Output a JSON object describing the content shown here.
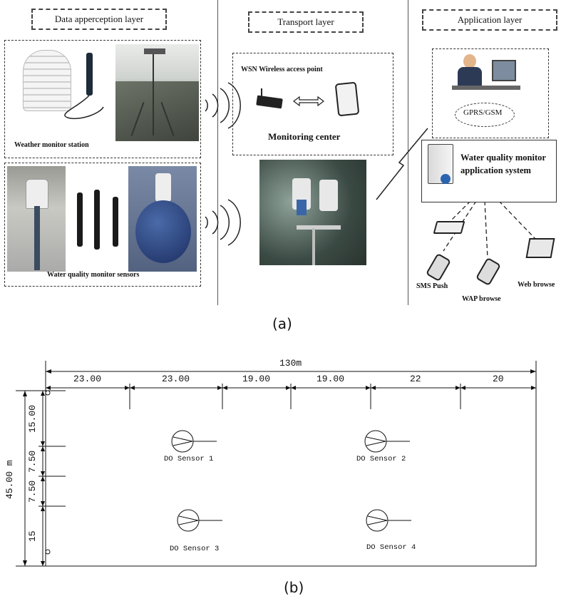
{
  "panel_a": {
    "layers": {
      "data": "Data apperception layer",
      "transport": "Transport layer",
      "application": "Application layer"
    },
    "weather_station_label": "Weather monitor station",
    "sensors_label": "Water quality monitor sensors",
    "wsn_label": "WSN Wireless access point",
    "monitoring_center": "Monitoring center",
    "gprs": "GPRS/GSM",
    "app_system_line1": "Water quality monitor",
    "app_system_line2": "application system",
    "sms": "SMS Push",
    "wap": "WAP browse",
    "web": "Web browse",
    "caption": "(a)"
  },
  "panel_b": {
    "total_width": "130m",
    "segments": [
      "23.00",
      "23.00",
      "19.00",
      "19.00",
      "22",
      "20"
    ],
    "height_label": "45.00 m",
    "vertical_segments": [
      "15.00",
      "7.50",
      "7.50",
      "15"
    ],
    "sensors": [
      "DO Sensor 1",
      "DO Sensor 2",
      "DO Sensor 3",
      "DO Sensor 4"
    ],
    "caption": "(b)"
  }
}
